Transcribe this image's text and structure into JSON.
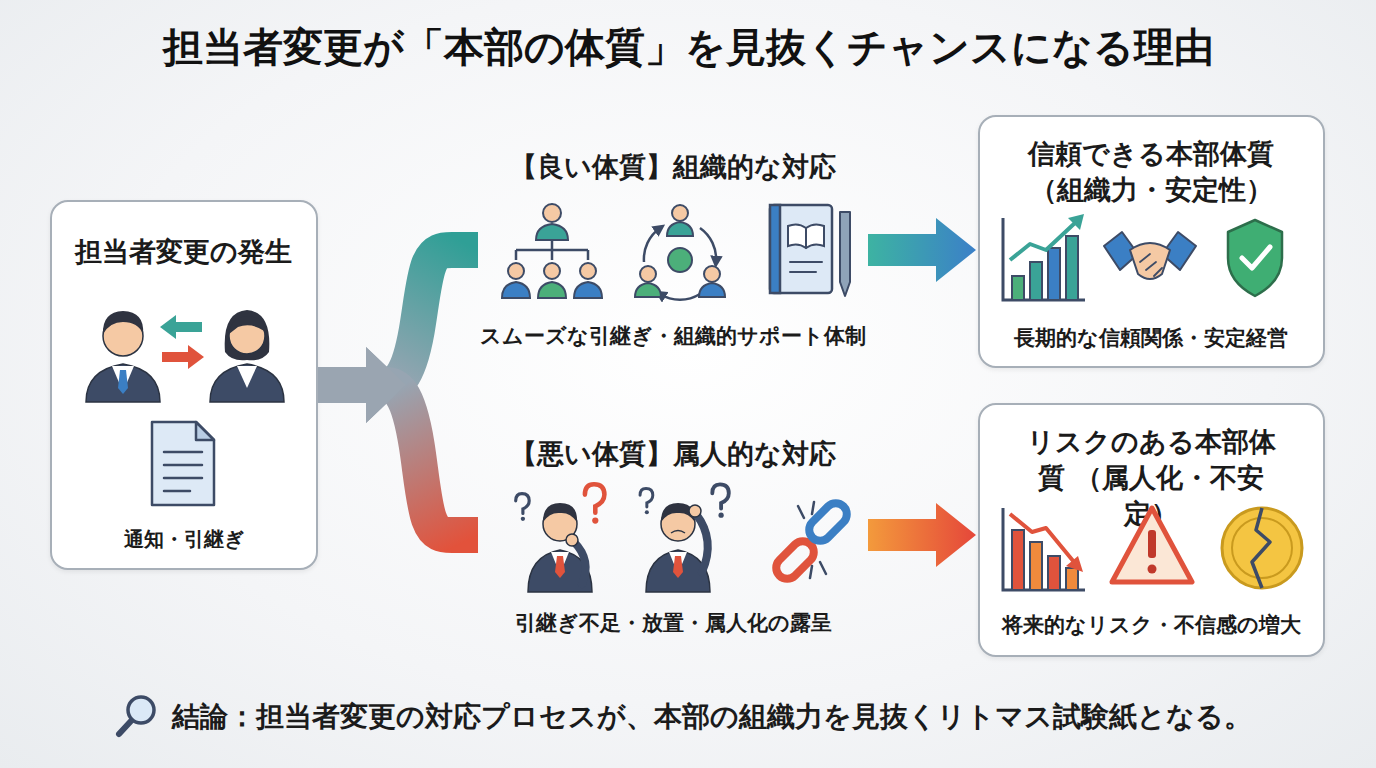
{
  "diagram": {
    "title": "担当者変更が「本部の体質」を見抜くチャンスになる理由",
    "caption": "結論：担当者変更の対応プロセスが、本部の組織力を見抜くリトマス試験紙となる。",
    "nodes": [
      {
        "text": [
          "担当者変更の発生",
          "通知・引継ぎ"
        ]
      },
      {
        "text": [
          "【良い体質】組織的な対応",
          "スムーズな引継ぎ・組織的サポート体制"
        ]
      },
      {
        "text": [
          "信頼できる本部体質 （組織力・安定性）",
          "長期的な信頼関係・安定経営"
        ]
      },
      {
        "text": [
          "【悪い体質】属人的な対応",
          "引継ぎ不足・放置・属人化の露呈"
        ]
      },
      {
        "text": [
          "リスクのある本部体質 （属人化・不安定）",
          "将来的なリスク・不信感の増大"
        ]
      }
    ],
    "edges": [
      {
        "from": 0,
        "to": 1,
        "arrow": "to"
      },
      {
        "from": 0,
        "to": 3,
        "arrow": "to"
      },
      {
        "from": 1,
        "to": 2,
        "arrow": "to"
      },
      {
        "from": 3,
        "to": 4,
        "arrow": "to"
      }
    ]
  }
}
